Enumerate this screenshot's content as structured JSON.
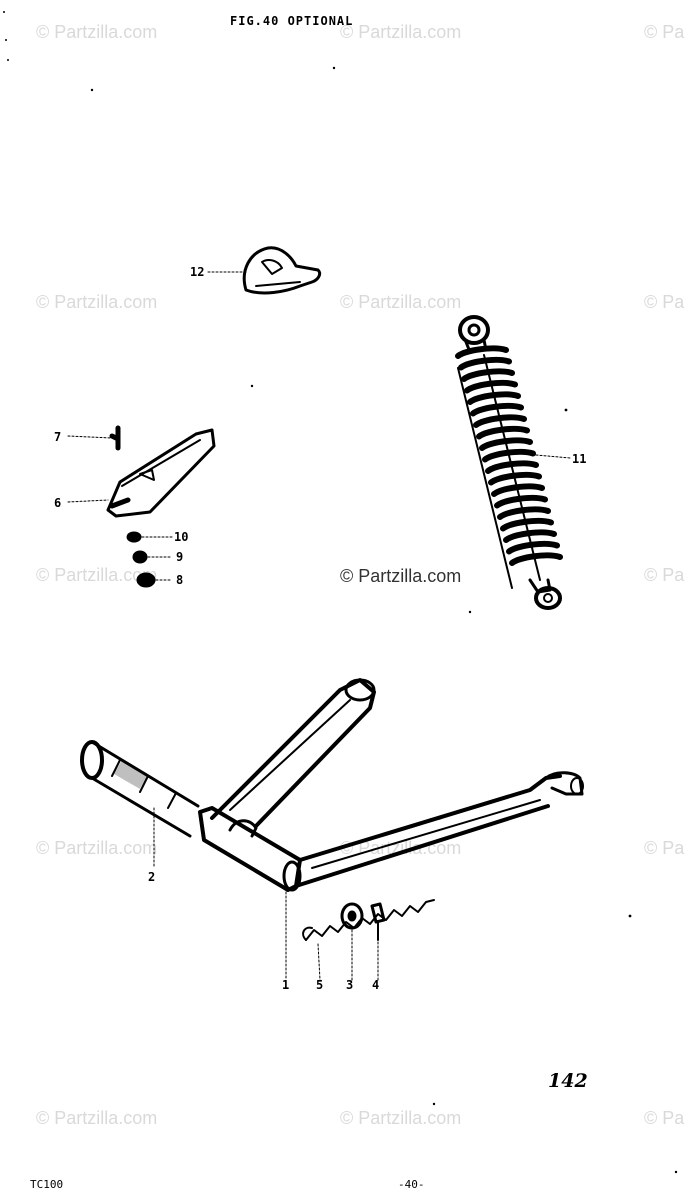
{
  "header": {
    "title": "FIG.40  OPTIONAL"
  },
  "watermark": {
    "text": "© Partzilla.com",
    "text_cut": "© Pa"
  },
  "callouts": {
    "n1": "1",
    "n2": "2",
    "n3": "3",
    "n4": "4",
    "n5": "5",
    "n6": "6",
    "n7": "7",
    "n8": "8",
    "n9": "9",
    "n10": "10",
    "n11": "11",
    "n12": "12"
  },
  "sheet_number": "142",
  "footer": {
    "model": "TC100",
    "page": "-40-"
  },
  "colors": {
    "ink": "#000000",
    "paper": "#ffffff",
    "watermark": "#d9d9d9"
  }
}
